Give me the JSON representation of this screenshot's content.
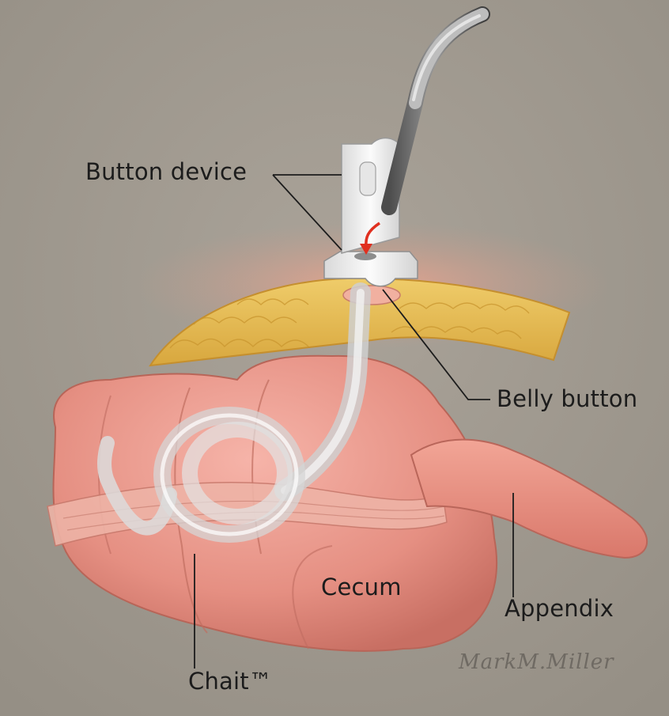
{
  "labels": {
    "button_device": "Button device",
    "belly_button": "Belly button",
    "cecum": "Cecum",
    "appendix": "Appendix",
    "chait": "Chait™"
  },
  "signature": "MarkM.Miller",
  "colors": {
    "background": "#a09a90",
    "intestine": "#e79a8e",
    "fat": "#e3bd57",
    "device": "#efefef",
    "tube": "#d9d9d9",
    "arrow": "#e03020",
    "leader_line": "#1c1c1c"
  }
}
